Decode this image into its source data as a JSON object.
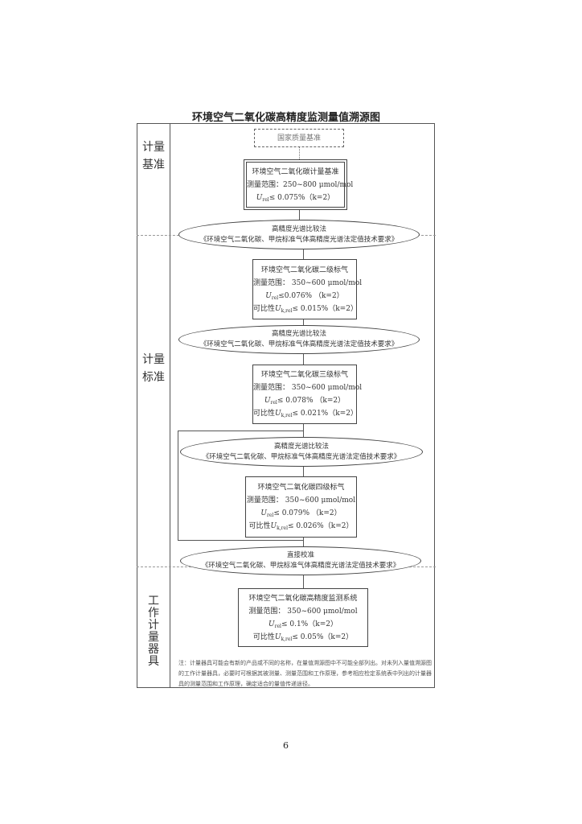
{
  "title": "环境空气二氧化碳高精度监测量值溯源图",
  "sections": [
    {
      "label": "计量基准"
    },
    {
      "label": "计量标准"
    },
    {
      "label": "工作计量器具"
    }
  ],
  "national_standard": "国家质量基准",
  "primary": {
    "name": "环境空气二氧化碳计量基准",
    "range": "测量范围：250~800 μmol/mol",
    "u_prefix": "U",
    "u_sub": "rel",
    "u_value": "≤ 0.075%（k=2）"
  },
  "methods": [
    {
      "name": "高精度光谱比较法",
      "ref": "《环境空气二氧化碳、甲烷标准气体高精度光谱法定值技术要求》"
    },
    {
      "name": "高精度光谱比较法",
      "ref": "《环境空气二氧化碳、甲烷标准气体高精度光谱法定值技术要求》"
    },
    {
      "name": "高精度光谱比较法",
      "ref": "《环境空气二氧化碳、甲烷标准气体高精度光谱法定值技术要求》"
    },
    {
      "name": "直接校准",
      "ref": "《环境空气二氧化碳、甲烷标准气体高精度光谱法定值技术要求》"
    }
  ],
  "standards": [
    {
      "name": "环境空气二氧化碳二级标气",
      "range": "测量范围： 350~600 μmol/mol",
      "u": "≤0.076% （k=2）",
      "comp_prefix": "可比性",
      "comp": "≤ 0.015%（k=2）"
    },
    {
      "name": "环境空气二氧化碳三级标气",
      "range": "测量范围： 350~600 μmol/mol",
      "u": "≤ 0.078% （k=2）",
      "comp_prefix": "可比性",
      "comp": "≤ 0.021%（k=2）"
    },
    {
      "name": "环境空气二氧化碳四级标气",
      "range": "测量范围： 350~600 μmol/mol",
      "u": "≤ 0.079% （k=2）",
      "comp_prefix": "可比性",
      "comp": "≤ 0.026%（k=2）"
    },
    {
      "name": "环境空气二氧化碳高精度监测系统",
      "range": "测量范围： 350~600 μmol/mol",
      "u": "≤ 0.1%（k=2）",
      "comp_prefix": "可比性",
      "comp": "≤ 0.05%（k=2）"
    }
  ],
  "sym": {
    "U": "U",
    "rel": "rel",
    "krel": "k,rel"
  },
  "note": "注：计量器具可能会有新的产品或不同的名称，在量值溯源图中不可能全部列出。对未列入量值溯源图的工作计量器具，必要时可根据其被测量、测量范围和工作原理，参考相应检定系统表中列出的计量器具的测量范围和工作原理，确定适合的量值传递途径。",
  "page_number": "6"
}
